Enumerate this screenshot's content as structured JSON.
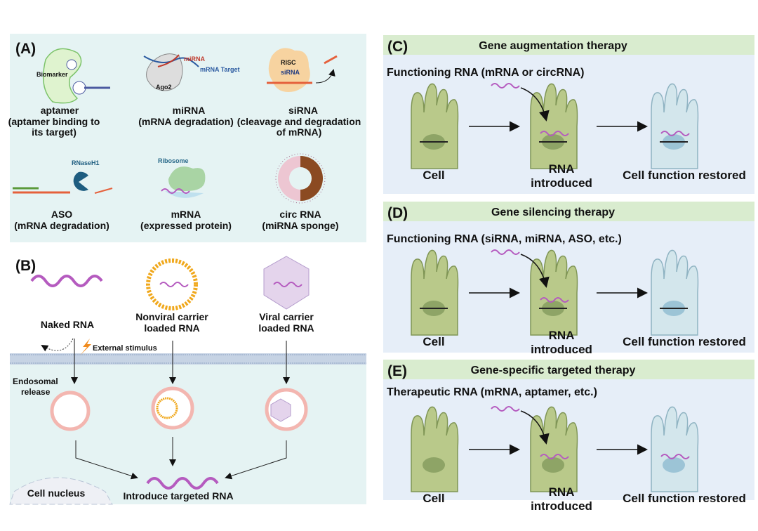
{
  "panelA": {
    "label": "(A)",
    "items": [
      {
        "name": "aptamer",
        "desc1": "(aptamer binding to",
        "desc2": "its target)",
        "inner": "Biomarker"
      },
      {
        "name": "miRNA",
        "desc1": "(mRNA degradation)",
        "tag1": "miRNA",
        "tag2": "mRNA Target",
        "tag3": "Ago2"
      },
      {
        "name": "siRNA",
        "desc1": "(cleavage and degradation",
        "desc2": "of mRNA)",
        "tag1": "RISC",
        "tag2": "siRNA"
      },
      {
        "name": "ASO",
        "desc1": "(mRNA degradation)",
        "tag1": "RNaseH1"
      },
      {
        "name": "mRNA",
        "desc1": "(expressed protein)",
        "tag1": "Ribosome"
      },
      {
        "name": "circ RNA",
        "desc1": "(miRNA sponge)"
      }
    ]
  },
  "panelB": {
    "label": "(B)",
    "naked": "Naked RNA",
    "nonviral1": "Nonviral carrier",
    "nonviral2": "loaded RNA",
    "viral1": "Viral carrier",
    "viral2": "loaded RNA",
    "stimulus": "External stimulus",
    "endosomal1": "Endosomal",
    "endosomal2": "release",
    "nucleus": "Cell nucleus",
    "introduce": "Introduce targeted RNA"
  },
  "panels": [
    {
      "label": "(C)",
      "title": "Gene augmentation therapy",
      "subtitle": "Functioning RNA (mRNA or circRNA)",
      "cell": "Cell",
      "introduced1": "RNA",
      "introduced2": "introduced",
      "restored": "Cell function restored"
    },
    {
      "label": "(D)",
      "title": "Gene silencing therapy",
      "subtitle": "Functioning RNA (siRNA, miRNA, ASO, etc.)",
      "cell": "Cell",
      "introduced1": "RNA",
      "introduced2": "introduced",
      "restored": "Cell function restored"
    },
    {
      "label": "(E)",
      "title": "Gene-specific targeted therapy",
      "subtitle": "Therapeutic RNA (mRNA, aptamer, etc.)",
      "cell": "Cell",
      "introduced1": "RNA",
      "introduced2": "introduced",
      "restored": "Cell function restored"
    }
  ],
  "colors": {
    "panelBg": "#e5f3f3",
    "headerGreen": "#d9eccf",
    "rightBg": "#e6eef8",
    "rna": "#b55bbf",
    "cellGreen": "#b9c98a",
    "cellBlue": "#cfe3ea"
  }
}
